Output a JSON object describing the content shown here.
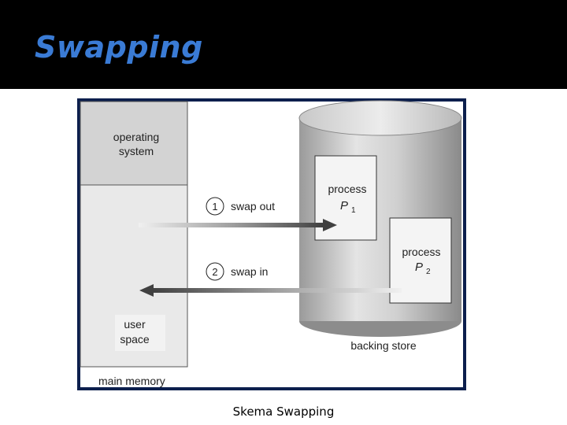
{
  "slide": {
    "title": "Swapping",
    "caption": "Skema Swapping"
  },
  "diagram": {
    "os_label_line1": "operating",
    "os_label_line2": "system",
    "user_label_line1": "user",
    "user_label_line2": "space",
    "main_memory_label": "main memory",
    "backing_store_label": "backing store",
    "swap_out": {
      "number": "1",
      "label": "swap out"
    },
    "swap_in": {
      "number": "2",
      "label": "swap in"
    },
    "process_p1": {
      "label": "process",
      "name": "P",
      "subscript": "1"
    },
    "process_p2": {
      "label": "process",
      "name": "P",
      "subscript": "2"
    }
  },
  "colors": {
    "title": "#3a7bd5",
    "frame": "#0c1f4d",
    "os_region": "#d3d3d3",
    "user_region": "#e9e9e9"
  }
}
